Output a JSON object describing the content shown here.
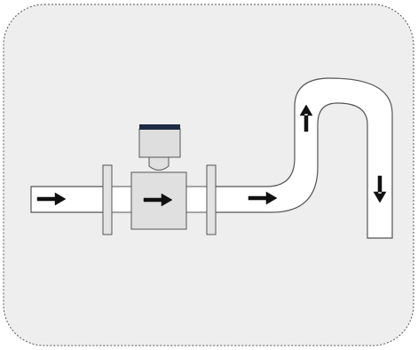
{
  "diagram": {
    "background_color": "#eeeeee",
    "border_color": "#555555",
    "pipe_fill": "#ffffff",
    "pipe_stroke": "#555555",
    "flange_fill": "#e3e3e3",
    "meter_body_fill": "#e0e0e0",
    "transmitter_fill": "#dedede",
    "transmitter_cap_color": "#1f2a44",
    "arrow_color": "#111111",
    "flow_arrows": [
      {
        "id": "inlet",
        "direction": "right"
      },
      {
        "id": "meter",
        "direction": "right"
      },
      {
        "id": "outlet",
        "direction": "right"
      },
      {
        "id": "riser",
        "direction": "up"
      },
      {
        "id": "downcomer",
        "direction": "down"
      }
    ]
  }
}
